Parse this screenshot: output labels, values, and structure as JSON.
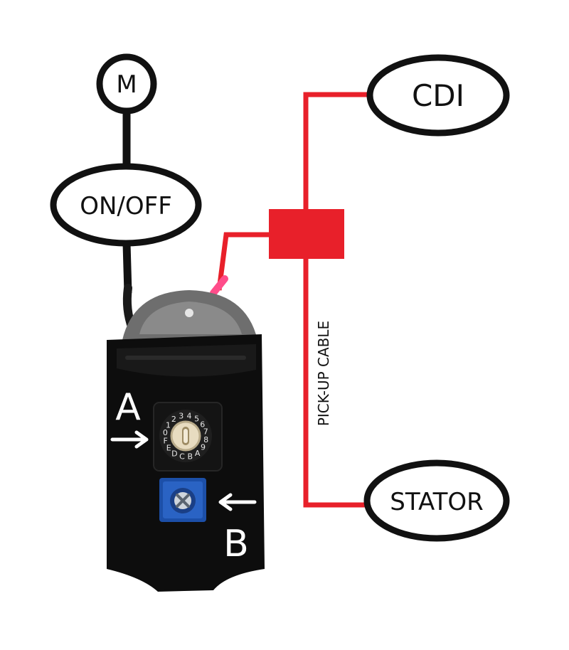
{
  "nodes": {
    "motor": "M",
    "switch": "ON/OFF",
    "cdi": "CDI",
    "stator": "STATOR"
  },
  "cable_label": "PICK-UP CABLE",
  "markers": {
    "a": "A",
    "b": "B"
  },
  "dial_digits": "0123456789ABCDEF",
  "colors": {
    "wire_red": "#e8202a",
    "wire_black": "#111111",
    "device_body": "#0d0d0d",
    "trimmer_blue": "#1c4fa8"
  }
}
